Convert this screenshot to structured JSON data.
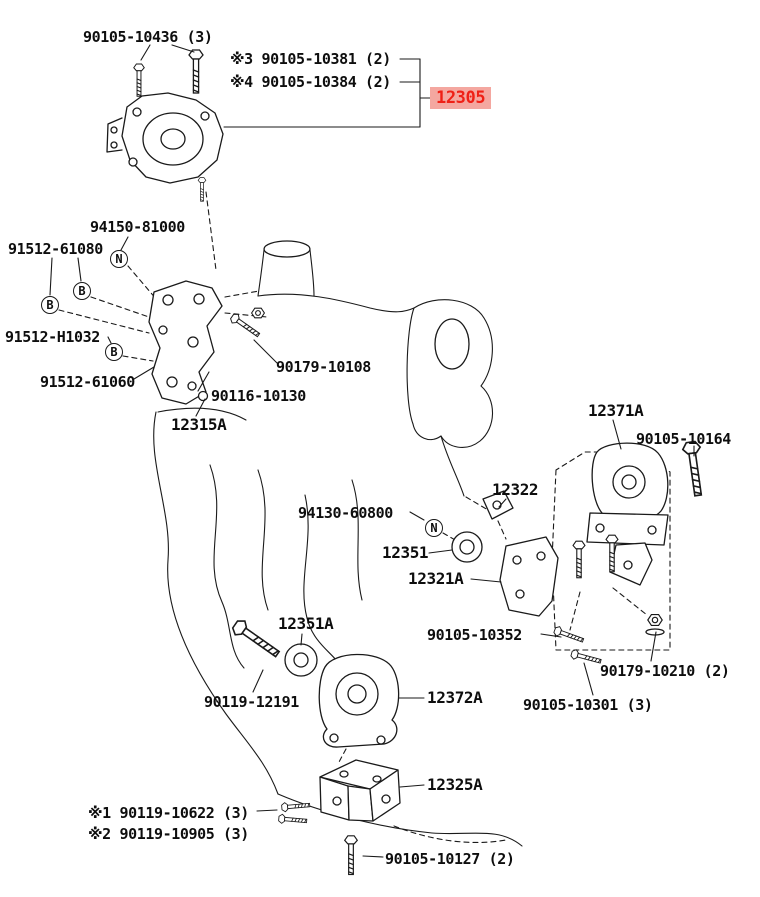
{
  "colors": {
    "ink": "#1a1a1a",
    "highlight_bg": "#f4a7a0",
    "highlight_text": "#ef2016"
  },
  "highlight": {
    "text": "12305"
  },
  "labels": [
    {
      "text": "90105-10436 (3)"
    },
    {
      "text": "※3 90105-10381 (2)"
    },
    {
      "text": "※4 90105-10384 (2)"
    },
    {
      "text": "94150-81000"
    },
    {
      "text": "91512-61080"
    },
    {
      "text": "91512-H1032"
    },
    {
      "text": "91512-61060"
    },
    {
      "text": "90179-10108"
    },
    {
      "text": "90116-10130"
    },
    {
      "text": "12315A"
    },
    {
      "text": "12371A"
    },
    {
      "text": "90105-10164"
    },
    {
      "text": "12322"
    },
    {
      "text": "94130-60800"
    },
    {
      "text": "12351"
    },
    {
      "text": "12321A"
    },
    {
      "text": "90105-10352"
    },
    {
      "text": "12351A"
    },
    {
      "text": "90119-12191"
    },
    {
      "text": "12372A"
    },
    {
      "text": "90179-10210 (2)"
    },
    {
      "text": "90105-10301 (3)"
    },
    {
      "text": "12325A"
    },
    {
      "text": "※1 90119-10622 (3)"
    },
    {
      "text": "※2 90119-10905 (3)"
    },
    {
      "text": "90105-10127 (2)"
    }
  ],
  "markers": [
    {
      "letter": "N"
    },
    {
      "letter": "B"
    },
    {
      "letter": "B"
    },
    {
      "letter": "B"
    },
    {
      "letter": "N"
    }
  ]
}
